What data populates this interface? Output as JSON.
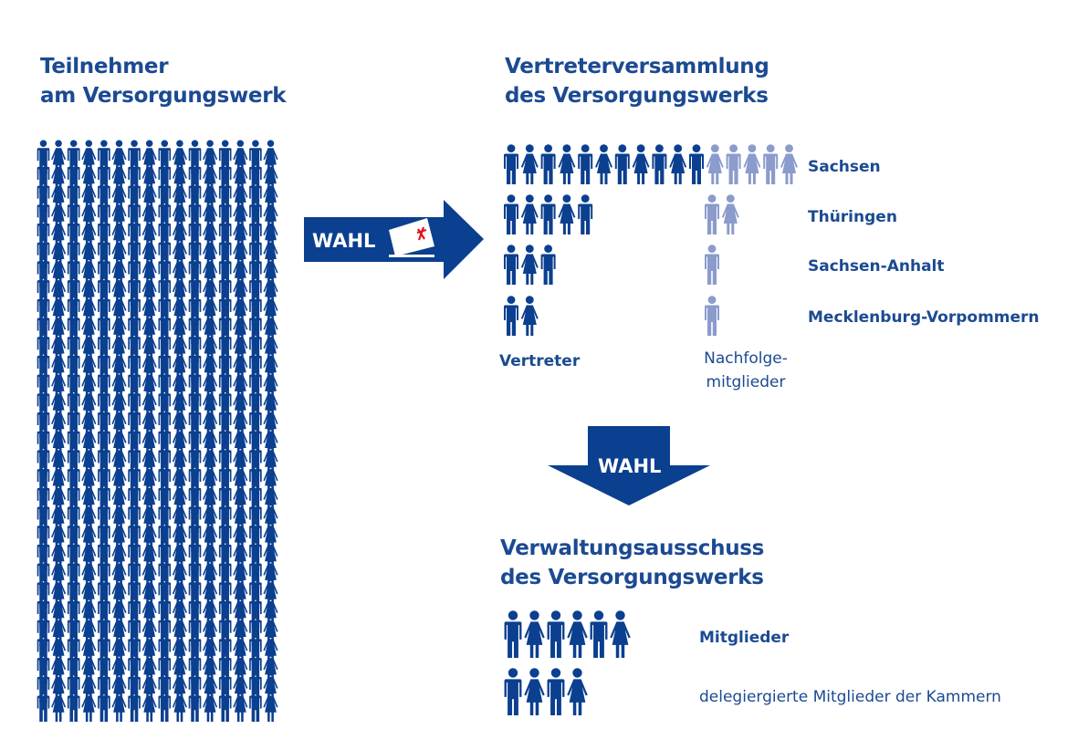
{
  "colors": {
    "primary": "#0b3f8f",
    "successor": "#8b9bcb",
    "text": "#1b4a92",
    "mark": "#e0121b"
  },
  "participants": {
    "title_line1": "Teilnehmer",
    "title_line2": "am Versorgungswerk",
    "columns": 16,
    "rows": 30
  },
  "election_arrow_1": {
    "label": "WAHL",
    "icon": "ballot-icon"
  },
  "assembly": {
    "title_line1": "Vertreterversammlung",
    "title_line2": "des Versorgungswerks",
    "rows": [
      {
        "state": "Sachsen",
        "representatives": 11,
        "successors": 5
      },
      {
        "state": "Thüringen",
        "representatives": 5,
        "successors": 2
      },
      {
        "state": "Sachsen-Anhalt",
        "representatives": 3,
        "successors": 1
      },
      {
        "state": "Mecklenburg-Vorpommern",
        "representatives": 2,
        "successors": 1
      }
    ],
    "legend_representatives": "Vertreter",
    "legend_successors_line1": "Nachfolge-",
    "legend_successors_line2": "mitglieder"
  },
  "election_arrow_2": {
    "label": "WAHL"
  },
  "committee": {
    "title_line1": "Verwaltungsausschuss",
    "title_line2": "des Versorgungswerks",
    "rows": [
      {
        "label": "Mitglieder",
        "count": 6
      },
      {
        "label": "delegiergierte Mitglieder der Kammern",
        "count": 4
      }
    ]
  }
}
